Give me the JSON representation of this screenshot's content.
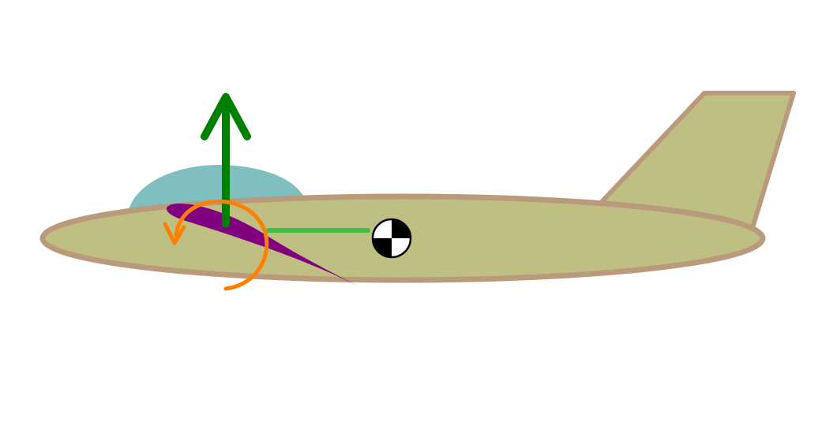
{
  "diagram": {
    "labels": [],
    "colors": {
      "fuselage_fill": "#bfbf83",
      "fuselage_stroke": "#b99a7b",
      "canopy": "#80bfbf",
      "wing": "#800080",
      "lift_arrow": "#008000",
      "moment_arm": "#40bf40",
      "pitch_moment": "#ff8000",
      "cg_dark": "#000000",
      "cg_light": "#ffffff"
    },
    "elements": [
      {
        "id": "fuselage",
        "kind": "ellipse"
      },
      {
        "id": "tail-fin",
        "kind": "polygon"
      },
      {
        "id": "canopy",
        "kind": "dome"
      },
      {
        "id": "wing-airfoil",
        "kind": "airfoil"
      },
      {
        "id": "lift-vector",
        "kind": "arrow",
        "direction": "up"
      },
      {
        "id": "moment-arm",
        "kind": "line"
      },
      {
        "id": "pitching-moment",
        "kind": "curved-arrow",
        "direction": "counterclockwise"
      },
      {
        "id": "center-of-gravity",
        "kind": "cg-symbol"
      }
    ]
  }
}
